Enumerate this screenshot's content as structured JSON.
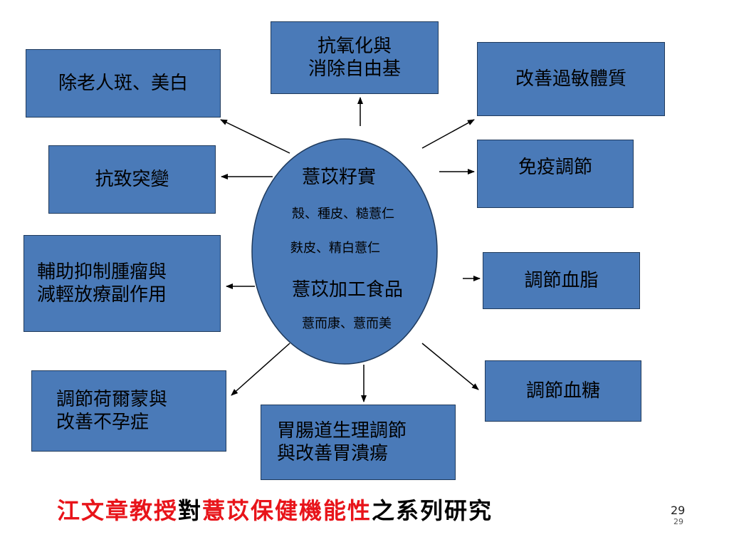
{
  "boxes": {
    "antioxidant": {
      "line1": "抗氧化與",
      "line2": "消除自由基"
    },
    "spots": {
      "label": "除老人斑、美白"
    },
    "allergy": {
      "label": "改善過敏體質"
    },
    "mutation": {
      "label": "抗致突變"
    },
    "immune": {
      "label": "免疫調節"
    },
    "tumor": {
      "line1": "輔助抑制腫瘤與",
      "line2": "減輕放療副作用"
    },
    "lipid": {
      "label": "調節血脂"
    },
    "hormone": {
      "line1": "調節荷爾蒙與",
      "line2": "改善不孕症"
    },
    "sugar": {
      "label": "調節血糖"
    },
    "gastro": {
      "line1": "胃腸道生理調節",
      "line2": "與改善胃潰瘍"
    }
  },
  "center": {
    "title1": "薏苡籽實",
    "sub1": "殼、種皮、糙薏仁",
    "sub2": "麩皮、精白薏仁",
    "title2": "薏苡加工食品",
    "sub3": "薏而康、薏而美"
  },
  "footer": {
    "part1": "江文章教授",
    "part2": "對",
    "part3": "薏苡保健機能性",
    "part4": "之系列研究"
  },
  "page_number": "29",
  "page_number_small": "29",
  "colors": {
    "box_fill": "#4a7ab8",
    "box_border": "#1f3a5c",
    "footer_red": "#e8141a"
  }
}
